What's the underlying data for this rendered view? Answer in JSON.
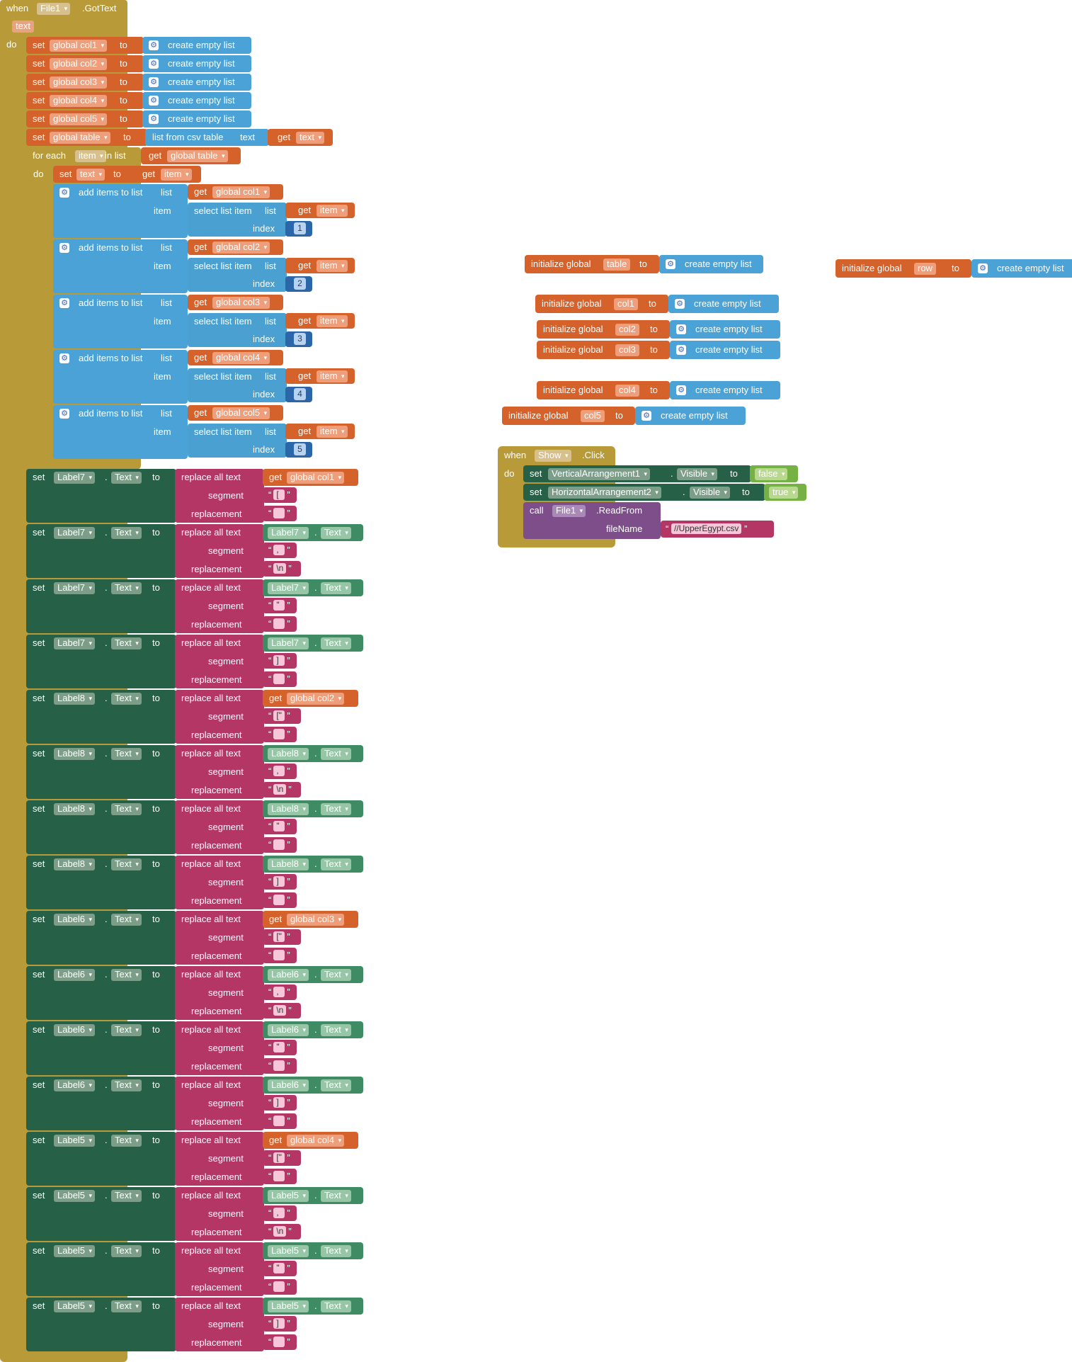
{
  "event_gottext": {
    "when": "when",
    "component": "File1",
    "event": ".GotText",
    "param": "text",
    "do": "do"
  },
  "kw": {
    "set": "set",
    "to": "to",
    "get": "get",
    "item": "item",
    "list": "list",
    "index": "index",
    "segment": "segment",
    "replacement": "replacement",
    "replace_all_text": "replace all text",
    "create_empty_list": "create empty list",
    "add_items_to_list": "add items to list",
    "select_list_item": "select list item",
    "list_from_csv_table": "list from csv table",
    "text": "text",
    "for_each": "for each",
    "in_list": "in list",
    "do": "do",
    "dot": ".",
    "initialize_global": "initialize global",
    "quote_open": "“",
    "quote_close": "”"
  },
  "set_globals": [
    {
      "var": "global col1"
    },
    {
      "var": "global col2"
    },
    {
      "var": "global col3"
    },
    {
      "var": "global col4"
    },
    {
      "var": "global col5"
    }
  ],
  "set_table": {
    "var": "global table",
    "get_var": "text"
  },
  "foreach": {
    "var": "item",
    "get_var": "global table"
  },
  "foreach_set_text": {
    "var": "text",
    "get_var": "item"
  },
  "add_items": [
    {
      "list_var": "global col1",
      "index": "1"
    },
    {
      "list_var": "global col2",
      "index": "2"
    },
    {
      "list_var": "global col3",
      "index": "3"
    },
    {
      "list_var": "global col4",
      "index": "4"
    },
    {
      "list_var": "global col5",
      "index": "5"
    }
  ],
  "setters": [
    {
      "label": "Label7",
      "prop": "Text",
      "src_kind": "get",
      "src_var": "global col1",
      "segment": "[",
      "replacement": ""
    },
    {
      "label": "Label7",
      "prop": "Text",
      "src_kind": "label",
      "src_var": "Label7",
      "segment": ",",
      "replacement": "\\n"
    },
    {
      "label": "Label7",
      "prop": "Text",
      "src_kind": "label",
      "src_var": "Label7",
      "segment": "\"",
      "replacement": ""
    },
    {
      "label": "Label7",
      "prop": "Text",
      "src_kind": "label",
      "src_var": "Label7",
      "segment": "]",
      "replacement": ""
    },
    {
      "label": "Label8",
      "prop": "Text",
      "src_kind": "get",
      "src_var": "global col2",
      "segment": "[\"",
      "replacement": ""
    },
    {
      "label": "Label8",
      "prop": "Text",
      "src_kind": "label",
      "src_var": "Label8",
      "segment": ",",
      "replacement": "\\n"
    },
    {
      "label": "Label8",
      "prop": "Text",
      "src_kind": "label",
      "src_var": "Label8",
      "segment": "\"",
      "replacement": ""
    },
    {
      "label": "Label8",
      "prop": "Text",
      "src_kind": "label",
      "src_var": "Label8",
      "segment": "]",
      "replacement": ""
    },
    {
      "label": "Label6",
      "prop": "Text",
      "src_kind": "get",
      "src_var": "global col3",
      "segment": "[\"",
      "replacement": ""
    },
    {
      "label": "Label6",
      "prop": "Text",
      "src_kind": "label",
      "src_var": "Label6",
      "segment": ",",
      "replacement": "\\n"
    },
    {
      "label": "Label6",
      "prop": "Text",
      "src_kind": "label",
      "src_var": "Label6",
      "segment": "\"",
      "replacement": ""
    },
    {
      "label": "Label6",
      "prop": "Text",
      "src_kind": "label",
      "src_var": "Label6",
      "segment": "]",
      "replacement": ""
    },
    {
      "label": "Label5",
      "prop": "Text",
      "src_kind": "get",
      "src_var": "global col4",
      "segment": "[\"",
      "replacement": ""
    },
    {
      "label": "Label5",
      "prop": "Text",
      "src_kind": "label",
      "src_var": "Label5",
      "segment": ",",
      "replacement": "\\n"
    },
    {
      "label": "Label5",
      "prop": "Text",
      "src_kind": "label",
      "src_var": "Label5",
      "segment": "\"",
      "replacement": ""
    },
    {
      "label": "Label5",
      "prop": "Text",
      "src_kind": "label",
      "src_var": "Label5",
      "segment": "]",
      "replacement": ""
    }
  ],
  "init_globals": [
    {
      "name": "table"
    },
    {
      "name": "row"
    },
    {
      "name": "col1"
    },
    {
      "name": "col2"
    },
    {
      "name": "col3"
    },
    {
      "name": "col4"
    },
    {
      "name": "col5"
    }
  ],
  "show_event": {
    "when": "when",
    "component": "Show",
    "event": ".Click",
    "do": "do",
    "set1_component": "VerticalArrangement1",
    "set1_prop": "Visible",
    "set1_value": "false",
    "set2_component": "HorizontalArrangement2",
    "set2_prop": "Visible",
    "set2_value": "true",
    "call": "call",
    "call_component": "File1",
    "call_method": ".ReadFrom",
    "filename_label": "fileName",
    "filename": "//UpperEgypt.csv"
  },
  "colors": {
    "event": "#b89a38",
    "variable": "#d5622b",
    "list": "#4aa2d6",
    "component_set": "#266046",
    "component_get": "#3f8b63",
    "text": "#b43665",
    "math": "#2b66a9",
    "logic": "#76b143",
    "procedure_call": "#7d4e8a"
  }
}
